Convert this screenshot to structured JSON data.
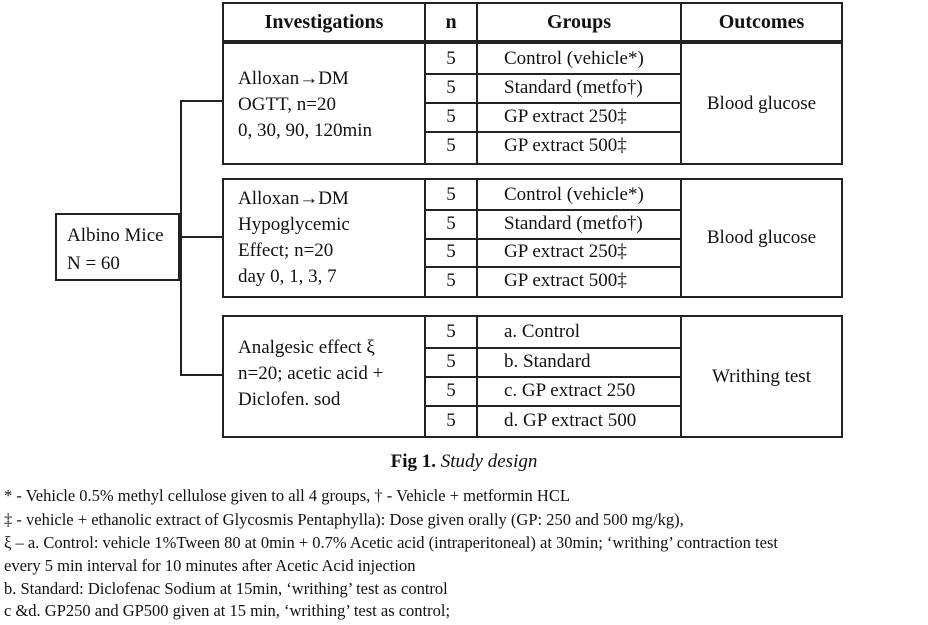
{
  "header": {
    "investigations": "Investigations",
    "n": "n",
    "groups": "Groups",
    "outcomes": "Outcomes"
  },
  "root": {
    "line1": "Albino Mice",
    "line2": "N = 60"
  },
  "blocks": [
    {
      "investigation": [
        "Alloxan→DM",
        "OGTT, n=20",
        "0, 30, 90, 120min"
      ],
      "rows": [
        {
          "n": "5",
          "group": "Control (vehicle*)"
        },
        {
          "n": "5",
          "group": "Standard (metfo†)"
        },
        {
          "n": "5",
          "group": "GP extract 250‡"
        },
        {
          "n": "5",
          "group": "GP extract 500‡"
        }
      ],
      "outcome": "Blood glucose"
    },
    {
      "investigation": [
        "Alloxan→DM",
        "Hypoglycemic",
        "Effect; n=20",
        "day 0, 1, 3, 7"
      ],
      "rows": [
        {
          "n": "5",
          "group": "Control (vehicle*)"
        },
        {
          "n": "5",
          "group": "Standard (metfo†)"
        },
        {
          "n": "5",
          "group": "GP extract 250‡"
        },
        {
          "n": "5",
          "group": "GP extract 500‡"
        }
      ],
      "outcome": "Blood glucose"
    },
    {
      "investigation": [
        "Analgesic effect ξ",
        "n=20; acetic acid +",
        "Diclofen. sod"
      ],
      "rows": [
        {
          "n": "5",
          "group": "a. Control"
        },
        {
          "n": "5",
          "group": "b. Standard"
        },
        {
          "n": "5",
          "group": "c. GP extract 250"
        },
        {
          "n": "5",
          "group": "d. GP extract 500"
        }
      ],
      "outcome": "Writhing test"
    }
  ],
  "caption": {
    "label": "Fig 1.",
    "text": "Study design"
  },
  "notes": [
    "* - Vehicle 0.5% methyl cellulose given to all 4 groups, † -  Vehicle + metformin HCL",
    "‡ - vehicle + ethanolic extract of Glycosmis Pentaphylla): Dose given orally (GP: 250 and 500 mg/kg),",
    "ξ – a. Control: vehicle 1%Tween 80 at 0min + 0.7% Acetic acid (intraperitoneal) at 30min; ‘writhing’ contraction test",
    "every 5 min interval for 10 minutes after Acetic Acid injection",
    "b. Standard: Diclofenac Sodium at 15min, ‘writhing’ test as control",
    "c &d. GP250 and GP500 given at 15 min, ‘writhing’ test as control;"
  ]
}
